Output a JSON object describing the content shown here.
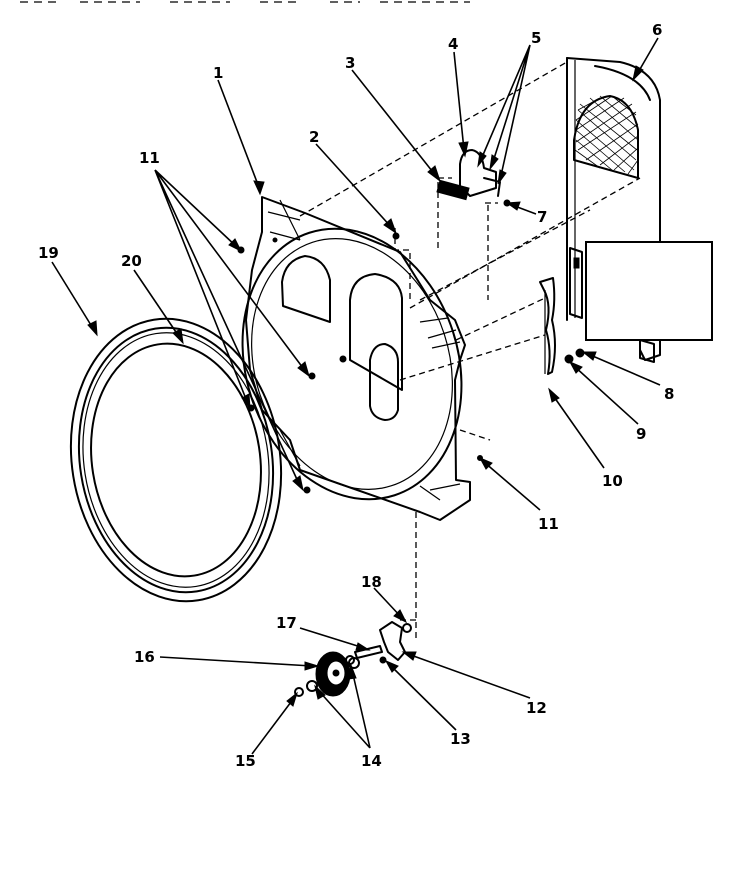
{
  "diagram": {
    "callouts": [
      {
        "id": "c1",
        "text": "1"
      },
      {
        "id": "c2",
        "text": "2"
      },
      {
        "id": "c3",
        "text": "3"
      },
      {
        "id": "c4",
        "text": "4"
      },
      {
        "id": "c5",
        "text": "5"
      },
      {
        "id": "c6",
        "text": "6"
      },
      {
        "id": "c7",
        "text": "7"
      },
      {
        "id": "c8",
        "text": "8"
      },
      {
        "id": "c9",
        "text": "9"
      },
      {
        "id": "c10",
        "text": "10"
      },
      {
        "id": "c11a",
        "text": "11"
      },
      {
        "id": "c11b",
        "text": "11"
      },
      {
        "id": "c12",
        "text": "12"
      },
      {
        "id": "c13",
        "text": "13"
      },
      {
        "id": "c14",
        "text": "14"
      },
      {
        "id": "c15",
        "text": "15"
      },
      {
        "id": "c16",
        "text": "16"
      },
      {
        "id": "c17",
        "text": "17"
      },
      {
        "id": "c18",
        "text": "18"
      },
      {
        "id": "c19",
        "text": "19"
      },
      {
        "id": "c20",
        "text": "20"
      }
    ],
    "colors": {
      "ink": "#000000",
      "paper": "#ffffff"
    }
  }
}
